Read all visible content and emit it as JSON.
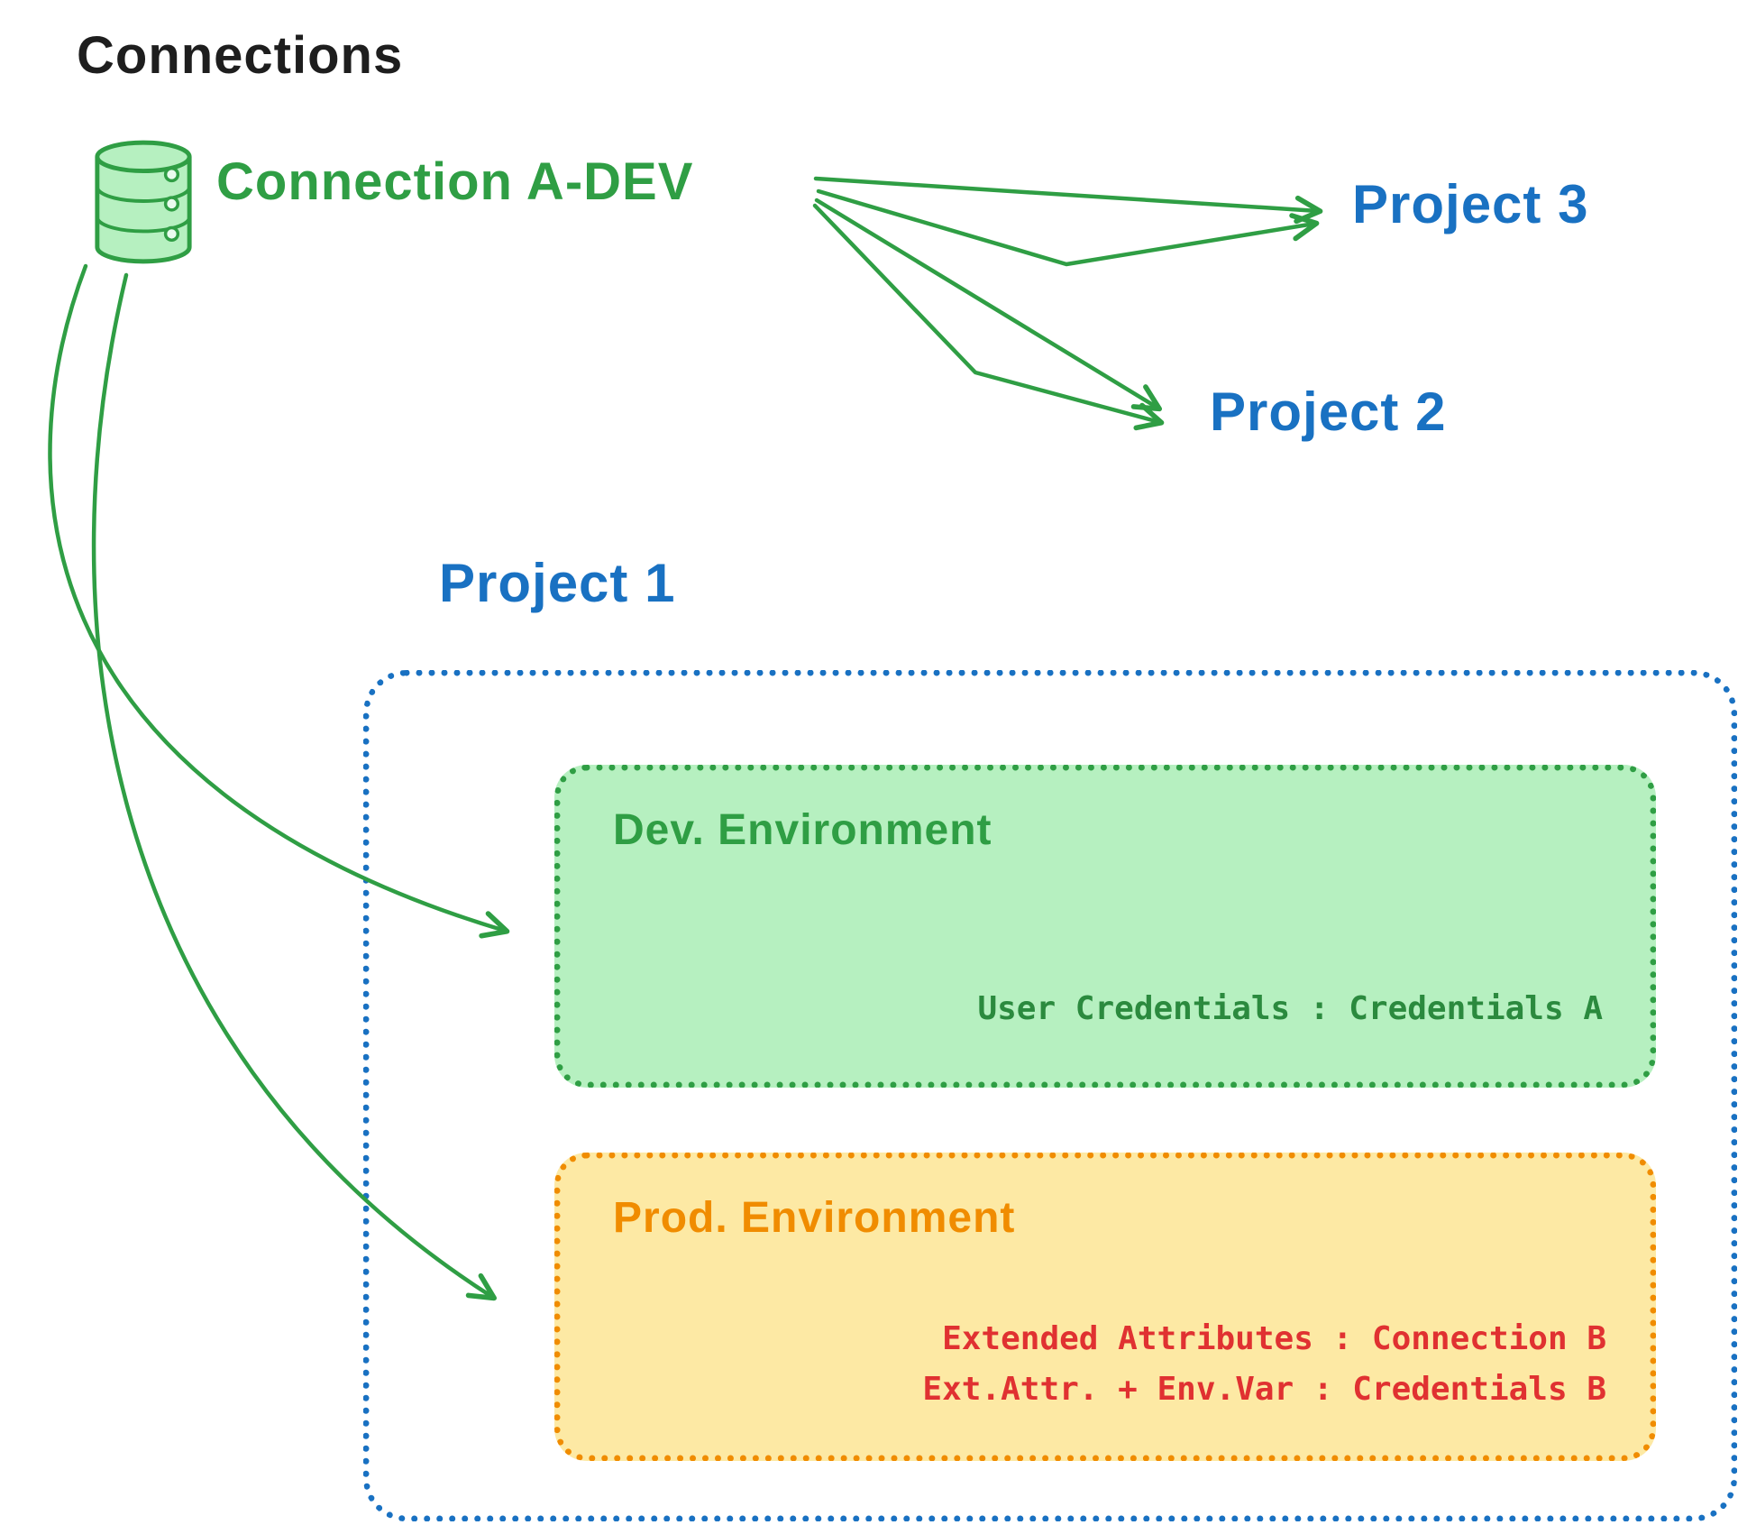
{
  "title": "Connections",
  "connection": {
    "label": "Connection A-DEV",
    "icon": "database-icon"
  },
  "project3": {
    "label": "Project 3"
  },
  "project2": {
    "label": "Project 2"
  },
  "project1": {
    "label": "Project 1",
    "dev_environment": {
      "title": "Dev. Environment",
      "user_credentials": "User Credentials : Credentials A"
    },
    "prod_environment": {
      "title": "Prod. Environment",
      "line1": "Extended Attributes : Connection B",
      "line2": "Ext.Attr. + Env.Var : Credentials B"
    }
  },
  "colors": {
    "green": "#2f9e44",
    "green_fill": "#b6f0c0",
    "green_text_mono": "#2b8a3e",
    "blue": "#1971c2",
    "orange": "#f08c00",
    "yellow_fill": "#fde9a4",
    "red": "#e03131",
    "title_black": "#1e1e1e",
    "background": "#ffffff"
  }
}
